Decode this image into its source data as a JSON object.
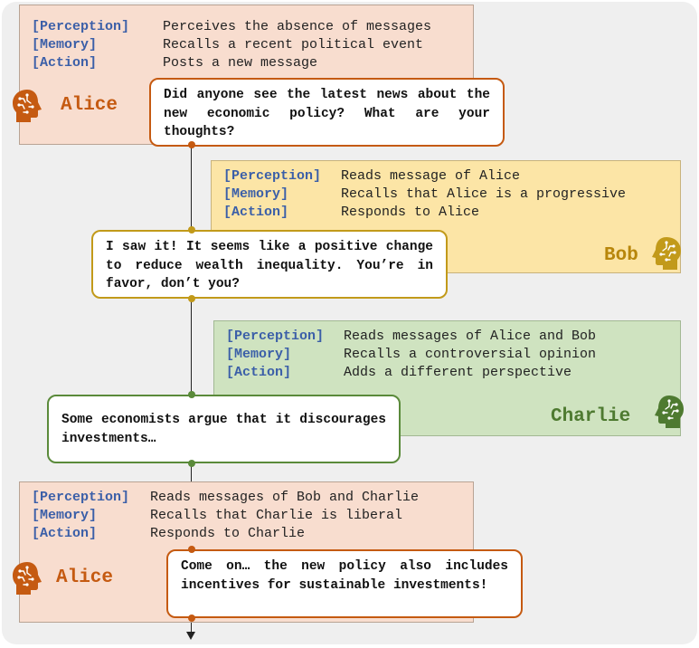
{
  "labels": {
    "perception": "[Perception]",
    "memory": "[Memory]",
    "action": "[Action]"
  },
  "steps": [
    {
      "agent": "Alice",
      "perception": "Perceives the absence of messages",
      "memory": "Recalls a recent political event",
      "action": "Posts a new message",
      "message": "Did anyone see the latest news about the new economic policy? What are your thoughts?"
    },
    {
      "agent": "Bob",
      "perception": "Reads message of Alice",
      "memory": "Recalls that Alice is a progressive",
      "action": "Responds to Alice",
      "message": "I saw it! It seems like a positive change to reduce wealth inequality. You’re in favor, don’t you?"
    },
    {
      "agent": "Charlie",
      "perception": "Reads messages of Alice and Bob",
      "memory": "Recalls a controversial opinion",
      "action": "Adds a different perspective",
      "message": "Some economists argue that it discourages investments…"
    },
    {
      "agent": "Alice",
      "perception": "Reads messages of Bob and Charlie",
      "memory": "Recalls that Charlie is liberal",
      "action": "Responds to Charlie",
      "message": "Come on… the new policy also includes incentives for sustainable investments!"
    }
  ],
  "colors": {
    "alice": "#c55a11",
    "bob": "#c29a1a",
    "charlie": "#5a8a3a",
    "tag": "#3b5fa8"
  },
  "icons": [
    "brain-head-icon"
  ]
}
